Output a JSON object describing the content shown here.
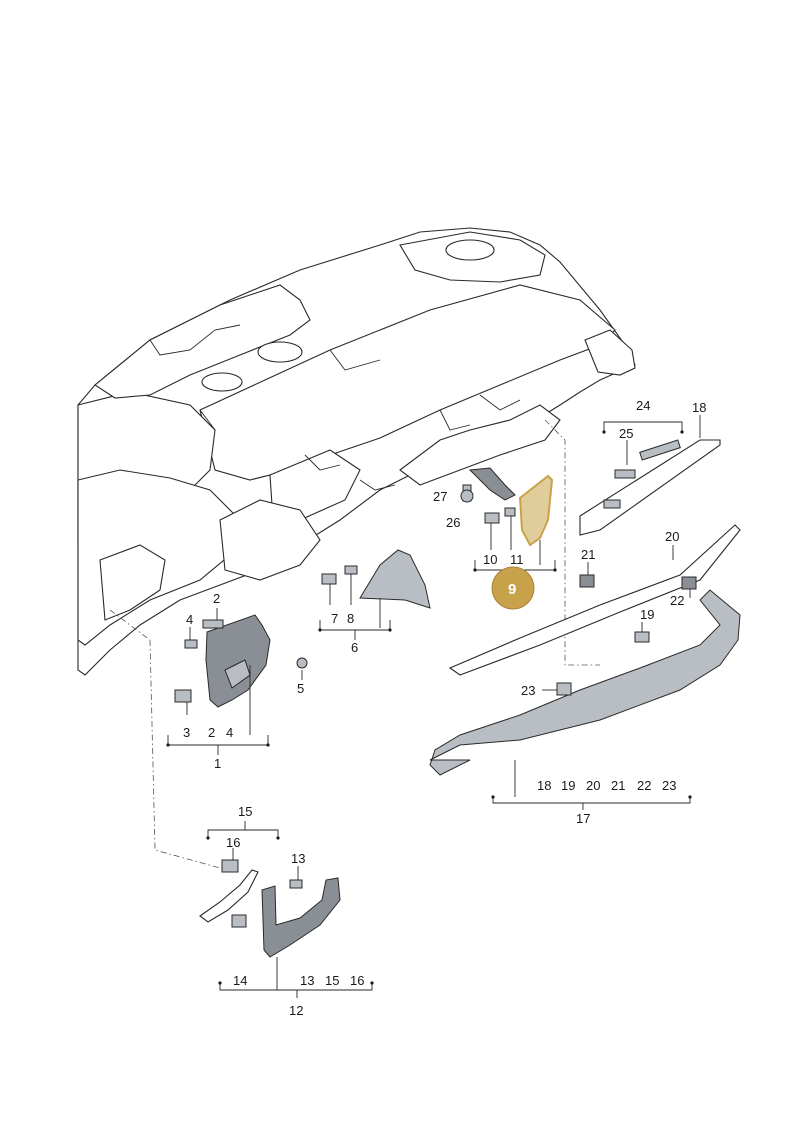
{
  "labels": {
    "l1": "1",
    "l2_top": "2",
    "l2_bottom": "2",
    "l3": "3",
    "l4_top": "4",
    "l4_bottom": "4",
    "l5": "5",
    "l6": "6",
    "l7": "7",
    "l8": "8",
    "l9": "9",
    "l10": "10",
    "l11": "11",
    "l12": "12",
    "l13_top": "13",
    "l13_bottom": "13",
    "l14": "14",
    "l15_top": "15",
    "l15_bottom": "15",
    "l16_top": "16",
    "l16_bottom": "16",
    "l17": "17",
    "l18_top": "18",
    "l18_bottom": "18",
    "l19_top": "19",
    "l19_bottom": "19",
    "l20_top": "20",
    "l20_bottom": "20",
    "l21_top": "21",
    "l21_bottom": "21",
    "l22_top": "22",
    "l22_bottom": "22",
    "l23_left": "23",
    "l23_bottom": "23",
    "l24": "24",
    "l25": "25",
    "l26": "26",
    "l27": "27"
  },
  "highlight": {
    "part": "9",
    "color": "#c8a24a"
  },
  "colors": {
    "line": "#2a2a2a",
    "part_dark": "#8a8f96",
    "part_light": "#b9bec4",
    "badge": "#c8a24a"
  }
}
